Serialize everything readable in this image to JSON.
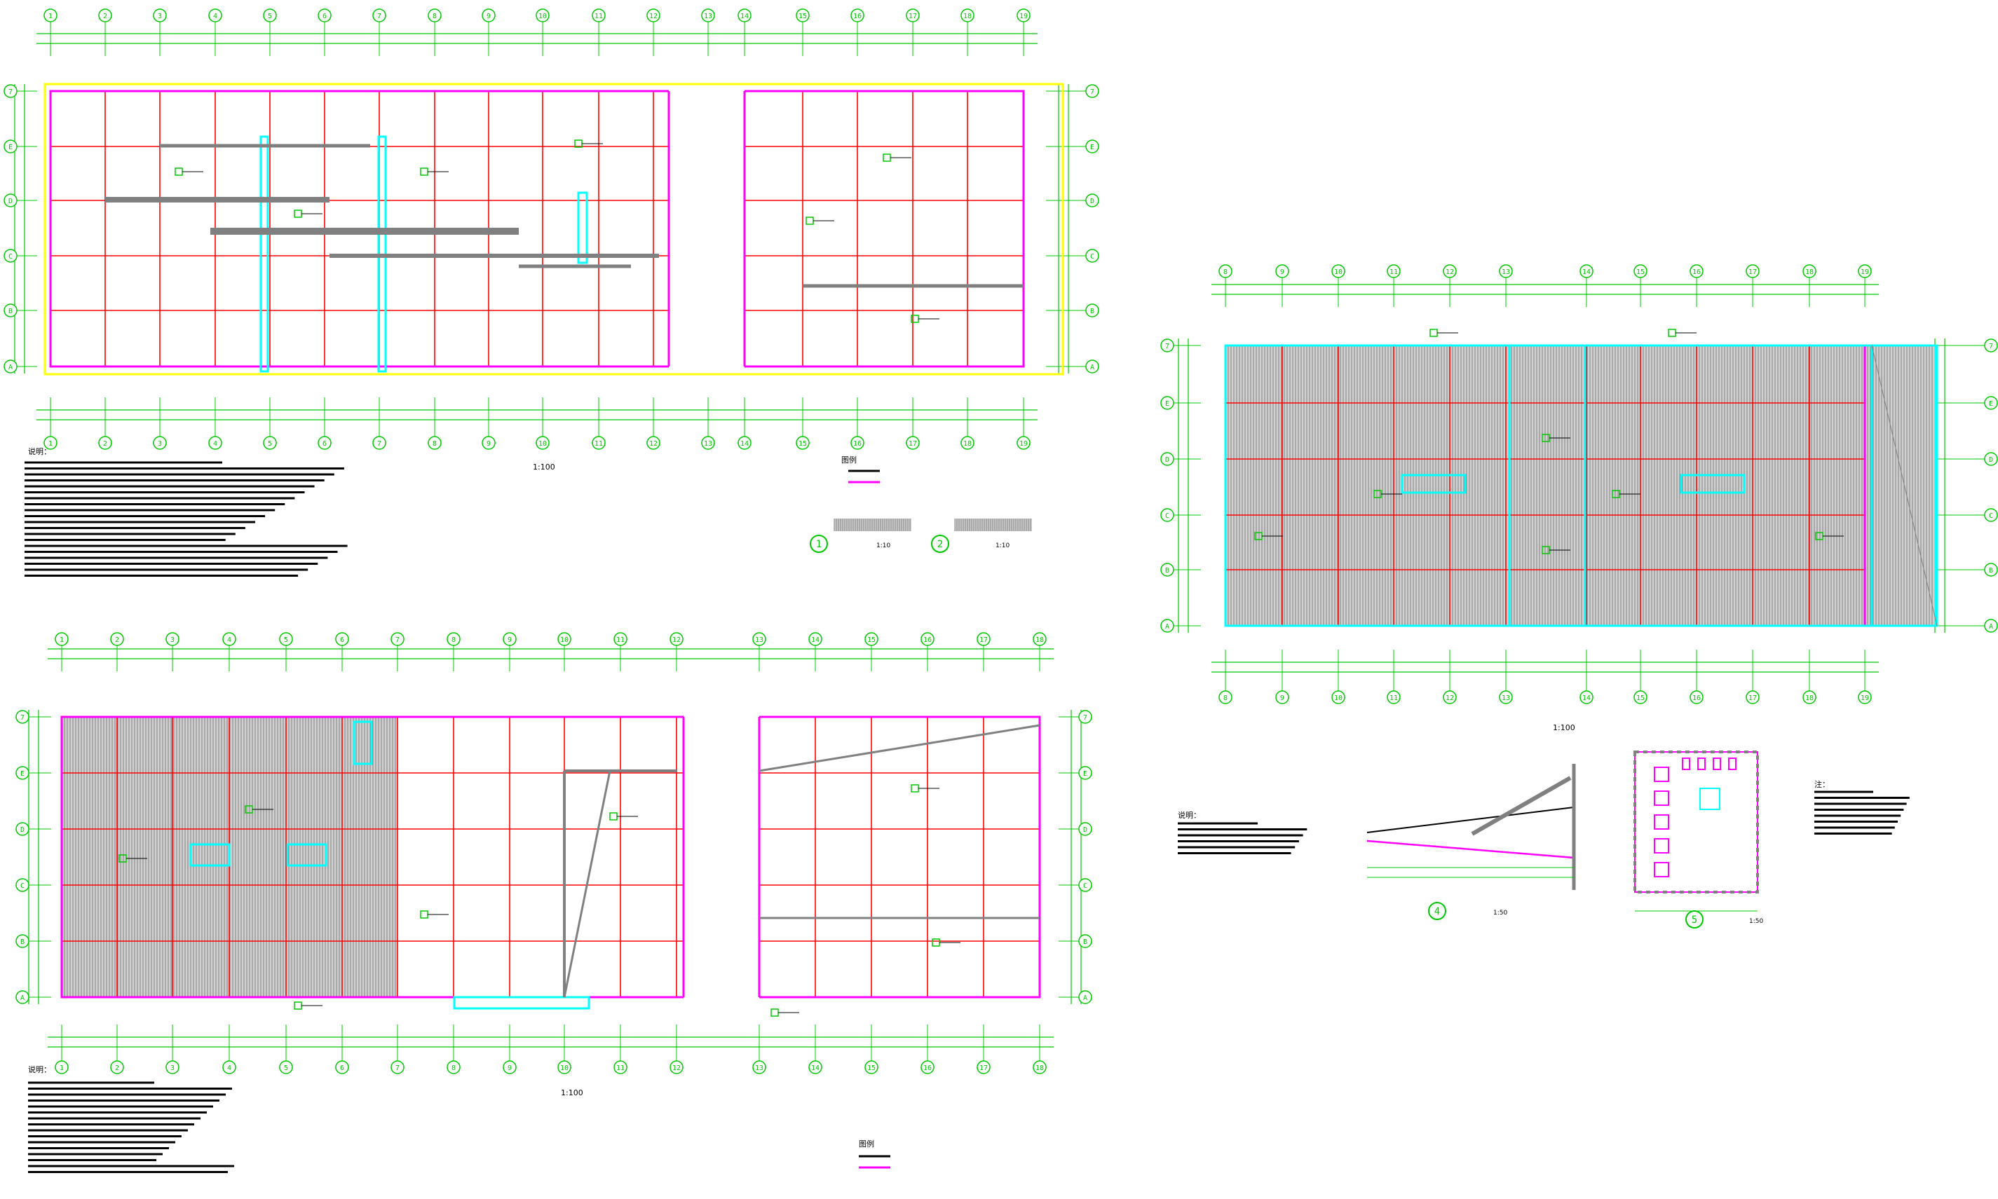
{
  "drawing": {
    "colors": {
      "background": "#ffffff",
      "axis": "#00c800",
      "column_grid": "#ff0000",
      "wall": "#ff00ff",
      "roof": "#808080",
      "highlight": "#00ffff",
      "yellow_outline": "#ffff00",
      "text": "#000000"
    },
    "plans": [
      {
        "id": "plan-1",
        "num_labels": [
          "1",
          "2",
          "3",
          "4",
          "5",
          "6",
          "7",
          "8",
          "9",
          "10",
          "11",
          "12",
          "13",
          "14",
          "15",
          "16",
          "17",
          "18",
          "19"
        ],
        "row_labels": [
          "7",
          "E",
          "D",
          "C",
          "B",
          "A"
        ],
        "caption_scale": "1:100",
        "note_heading": "说明：",
        "legend_heading": "图例"
      },
      {
        "id": "plan-2",
        "num_labels": [
          "1",
          "2",
          "3",
          "4",
          "5",
          "6",
          "7",
          "8",
          "9",
          "10",
          "11",
          "12",
          "13",
          "14",
          "15",
          "16",
          "17",
          "18"
        ],
        "row_labels": [
          "7",
          "E",
          "D",
          "C",
          "B",
          "A"
        ],
        "caption_scale": "1:100",
        "note_heading": "说明：",
        "legend_heading": "图例"
      },
      {
        "id": "plan-roof",
        "num_labels": [
          "8",
          "9",
          "10",
          "11",
          "12",
          "13",
          "14",
          "15",
          "16",
          "17",
          "18",
          "19"
        ],
        "row_labels": [
          "7",
          "E",
          "D",
          "C",
          "B",
          "A"
        ],
        "caption_scale": "1:100"
      }
    ],
    "details": [
      {
        "num": "1",
        "scale": "1:10"
      },
      {
        "num": "2",
        "scale": "1:10"
      },
      {
        "num": "4",
        "scale": "1:50"
      },
      {
        "num": "5",
        "scale": "1:50"
      }
    ],
    "detail_note_heading": "说明：",
    "detail5_note_heading": "注："
  }
}
